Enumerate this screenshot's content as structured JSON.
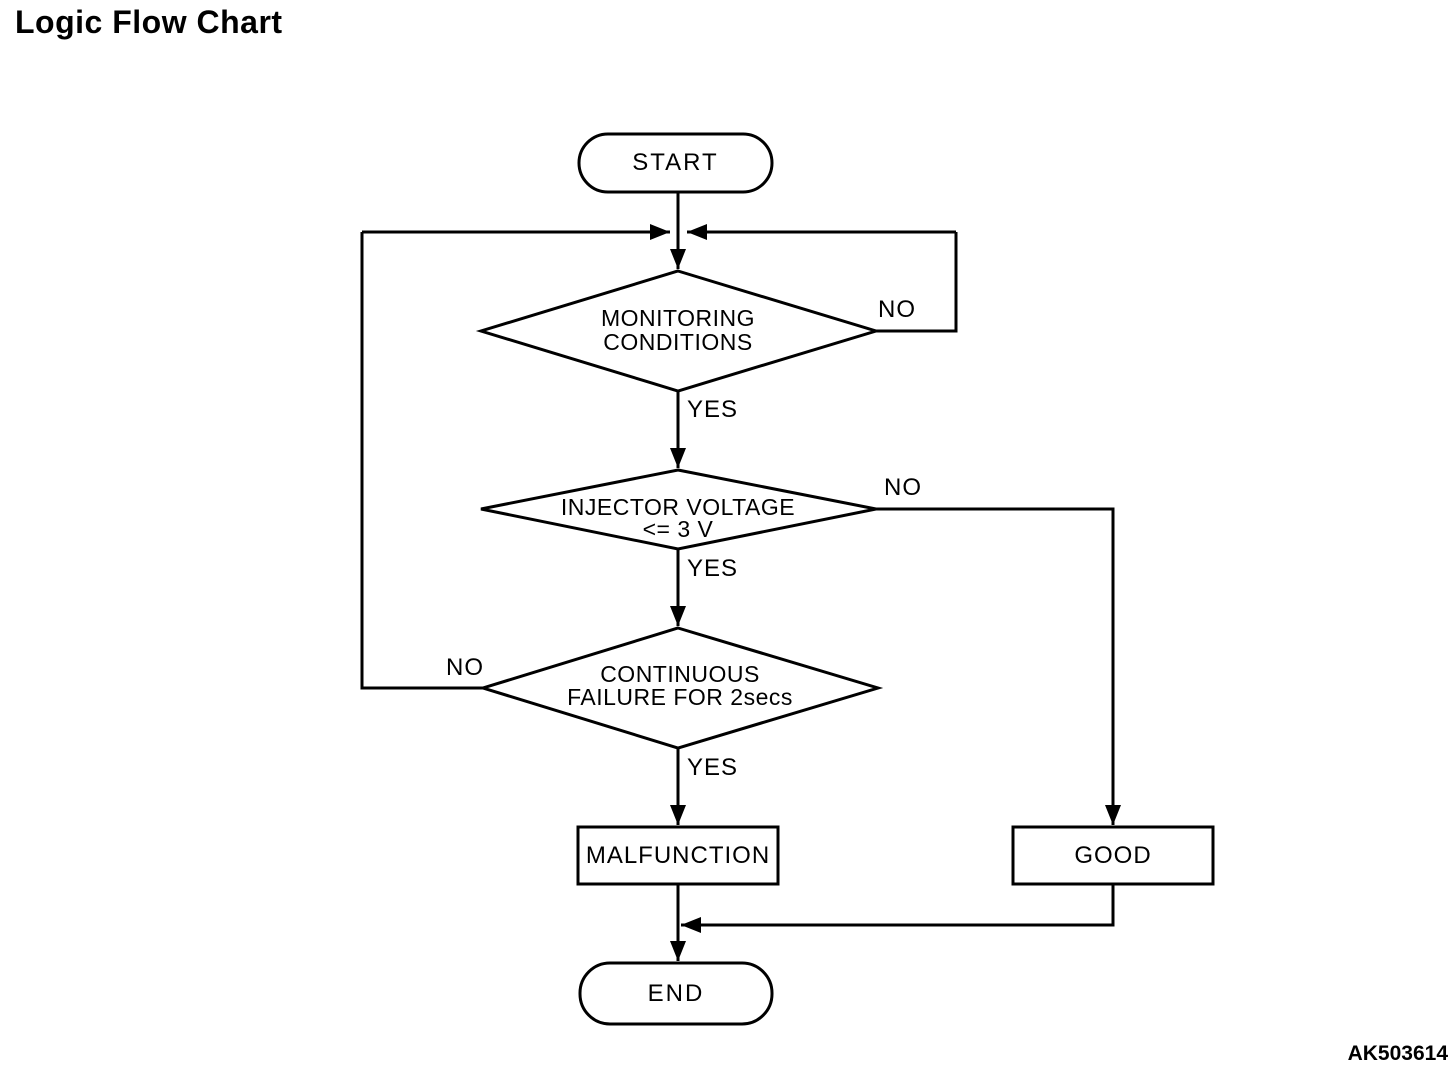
{
  "title": "Logic Flow Chart",
  "figure_code": "AK503614",
  "colors": {
    "line": "#000000",
    "background": "#ffffff"
  },
  "nodes": {
    "start": {
      "type": "terminator",
      "label": "START"
    },
    "monitoring": {
      "type": "decision",
      "lines": [
        "MONITORING",
        "CONDITIONS"
      ]
    },
    "injector": {
      "type": "decision",
      "lines": [
        "INJECTOR VOLTAGE",
        "<= 3 V"
      ]
    },
    "continuous": {
      "type": "decision",
      "lines": [
        "CONTINUOUS",
        "FAILURE FOR 2secs"
      ]
    },
    "malfunction": {
      "type": "process",
      "label": "MALFUNCTION"
    },
    "good": {
      "type": "process",
      "label": "GOOD"
    },
    "end": {
      "type": "terminator",
      "label": "END"
    }
  },
  "branches": {
    "monitoring_yes": "YES",
    "monitoring_no": "NO",
    "injector_yes": "YES",
    "injector_no": "NO",
    "continuous_yes": "YES",
    "continuous_no": "NO"
  },
  "edges": [
    {
      "from": "start",
      "to": "monitoring",
      "label": ""
    },
    {
      "from": "monitoring",
      "to": "injector",
      "label": "YES"
    },
    {
      "from": "monitoring",
      "to": "monitoring",
      "label": "NO"
    },
    {
      "from": "injector",
      "to": "continuous",
      "label": "YES"
    },
    {
      "from": "injector",
      "to": "good",
      "label": "NO"
    },
    {
      "from": "continuous",
      "to": "malfunction",
      "label": "YES"
    },
    {
      "from": "continuous",
      "to": "monitoring",
      "label": "NO"
    },
    {
      "from": "malfunction",
      "to": "end",
      "label": ""
    },
    {
      "from": "good",
      "to": "end",
      "label": ""
    }
  ]
}
